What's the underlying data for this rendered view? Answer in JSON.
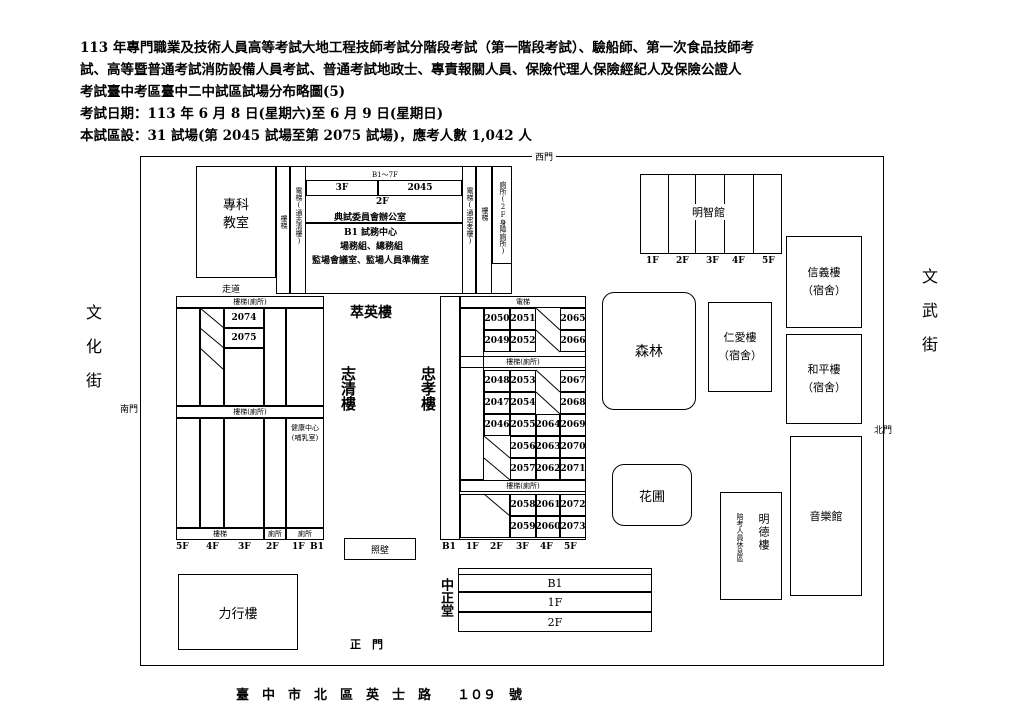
{
  "header": {
    "line1": "113 年專門職業及技術人員高等考試大地工程技師考試分階段考試（第一階段考試）、驗船師、第一次食品技師考",
    "line2": "試、高等暨普通考試消防設備人員考試、普通考試地政士、專責報關人員、保險代理人保險經紀人及保險公證人",
    "line3": "考試臺中考區臺中二中試區試場分布略圖(5)",
    "line4": "考試日期：113 年 6 月 8 日(星期六)至 6 月 9 日(星期日)",
    "line5": "本試區設：31 試場(第 2045 試場至第 2075 試場)，應考人數 1,042 人"
  },
  "gates": {
    "west": "西門",
    "south": "南門",
    "north": "北門",
    "main": "正　門"
  },
  "streets": {
    "wenhua": "文化街",
    "wenwu": "文武街",
    "address": "臺　中　市　北　區　英　士　路　　１０９　號"
  },
  "top_block": {
    "zhuanke": "專科\n教室",
    "stairs1": "樓梯",
    "elev1": "電梯(通志清樓)",
    "floors": "B1～7F",
    "f3": "3F",
    "room2045": "2045",
    "f2": "2F",
    "committee": "典試委員會辦公室",
    "b1center": "B1 試務中心",
    "groups": "場務組、總務組",
    "rooms": "監場會議室、監場人員準備室",
    "elev2": "電梯(通忠孝樓)",
    "stairs2": "樓梯",
    "toilet": "廁所(2F身障廁所)",
    "walkway": "走道"
  },
  "zhiqing": {
    "name": "志清樓",
    "stairs_toilet1": "樓梯(廁所)",
    "stairs_toilet2": "樓梯(廁所)",
    "r2074": "2074",
    "r2075": "2075",
    "health": "健康中心(哺乳室)",
    "stairs": "樓梯",
    "toiletA": "廁所",
    "toiletB": "廁所",
    "floors": [
      "5F",
      "4F",
      "3F",
      "2F",
      "1F",
      "B1"
    ]
  },
  "cuiying": "萃英樓",
  "zhongxiao": {
    "name": "忠孝樓",
    "elev": "電梯",
    "stairs_toilet1": "樓梯(廁所)",
    "stairs_toilet2": "樓梯(廁所)",
    "rooms": {
      "r2050": "2050",
      "r2051": "2051",
      "r2065": "2065",
      "r2049": "2049",
      "r2052": "2052",
      "r2066": "2066",
      "r2048": "2048",
      "r2053": "2053",
      "r2067": "2067",
      "r2047": "2047",
      "r2054": "2054",
      "r2068": "2068",
      "r2046": "2046",
      "r2055": "2055",
      "r2064": "2064",
      "r2069": "2069",
      "r2056": "2056",
      "r2063": "2063",
      "r2070": "2070",
      "r2057": "2057",
      "r2062": "2062",
      "r2071": "2071",
      "r2058": "2058",
      "r2061": "2061",
      "r2072": "2072",
      "r2059": "2059",
      "r2060": "2060",
      "r2073": "2073"
    },
    "floors": [
      "B1",
      "1F",
      "2F",
      "3F",
      "4F",
      "5F"
    ]
  },
  "screen_wall": "照壁",
  "lixing": "力行樓",
  "zhongzheng": {
    "name": "中正堂",
    "levels": [
      "B1",
      "1F",
      "2F"
    ]
  },
  "mingzhi": {
    "name": "明智館",
    "floors": [
      "1F",
      "2F",
      "3F",
      "4F",
      "5F"
    ]
  },
  "forest": "森林",
  "garden": "花圃",
  "renai": "仁愛樓\n（宿舍）",
  "xinyi": "信義樓\n（宿舍）",
  "heping": "和平樓\n（宿舍）",
  "music": "音樂館",
  "mingde": {
    "name": "明德樓",
    "note": "陪考人員休息區"
  }
}
